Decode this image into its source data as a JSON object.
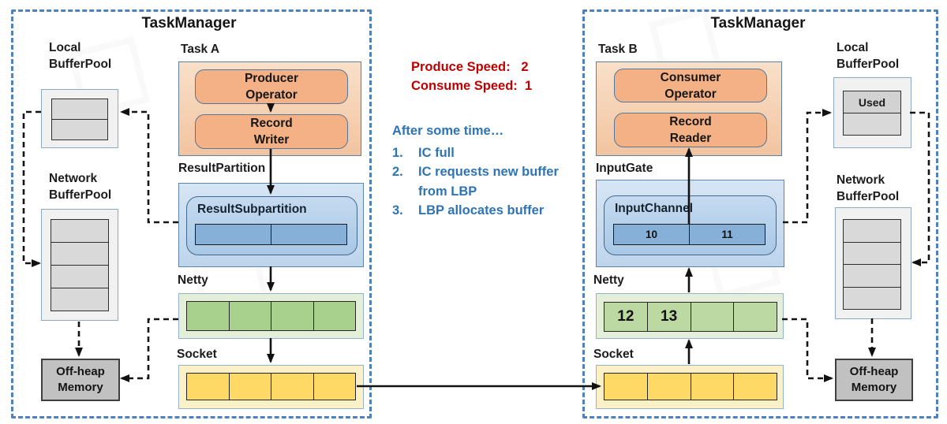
{
  "left_taskmanager": {
    "title": "TaskManager",
    "local_bufferpool_label": "Local\nBufferPool",
    "network_bufferpool_label": "Network\nBufferPool",
    "offheap_label": "Off-heap\nMemory",
    "task_label": "Task A",
    "producer_label": "Producer\nOperator",
    "record_writer_label": "Record\nWriter",
    "resultpartition_label": "ResultPartition",
    "resultsubpartition_label": "ResultSubpartition",
    "netty_label": "Netty",
    "socket_label": "Socket"
  },
  "annotations": {
    "produce_speed": "Produce Speed:   2",
    "consume_speed": "Consume Speed:  1",
    "after_some_time": "After some time…",
    "items": [
      {
        "num": "1.",
        "text": "IC full"
      },
      {
        "num": "2.",
        "text": "IC requests new buffer\nfrom LBP"
      },
      {
        "num": "3.",
        "text": "LBP allocates buffer"
      }
    ]
  },
  "right_taskmanager": {
    "title": "TaskManager",
    "task_label": "Task B",
    "consumer_label": "Consumer\nOperator",
    "record_reader_label": "Record\nReader",
    "inputgate_label": "InputGate",
    "inputchannel_label": "InputChannel",
    "ic_buffers": [
      "10",
      "11"
    ],
    "netty_label": "Netty",
    "netty_buffers": [
      "12",
      "13",
      "",
      ""
    ],
    "socket_label": "Socket",
    "local_bufferpool_label": "Local\nBufferPool",
    "lbp_used_label": "Used",
    "network_bufferpool_label": "Network\nBufferPool",
    "offheap_label": "Off-heap\nMemory"
  },
  "colors": {
    "taskmanager_border": "#4F81BD",
    "operator_fill": "#F3B185",
    "blue_bar_fill": "#87B0D9",
    "netty_cell_fill": "#A9D18E",
    "socket_cell_fill": "#FFD966",
    "pool_cell_fill": "#D9D9D9",
    "offheap_fill": "#C1C1C1",
    "speed_text": "#C00000",
    "steps_text": "#2E74B5"
  }
}
